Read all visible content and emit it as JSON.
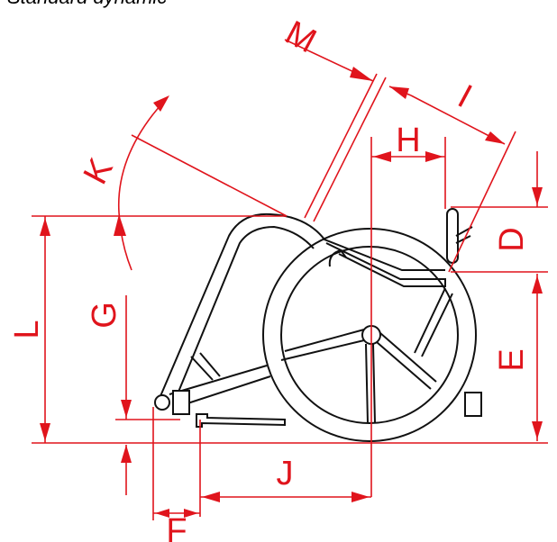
{
  "caption": "Standard dynamic",
  "colors": {
    "dimension": "#e0141c",
    "outline": "#111111"
  },
  "labels": {
    "M": "M",
    "I": "I",
    "H": "H",
    "K": "K",
    "D": "D",
    "L": "L",
    "G": "G",
    "E": "E",
    "J": "J",
    "F": "F"
  }
}
